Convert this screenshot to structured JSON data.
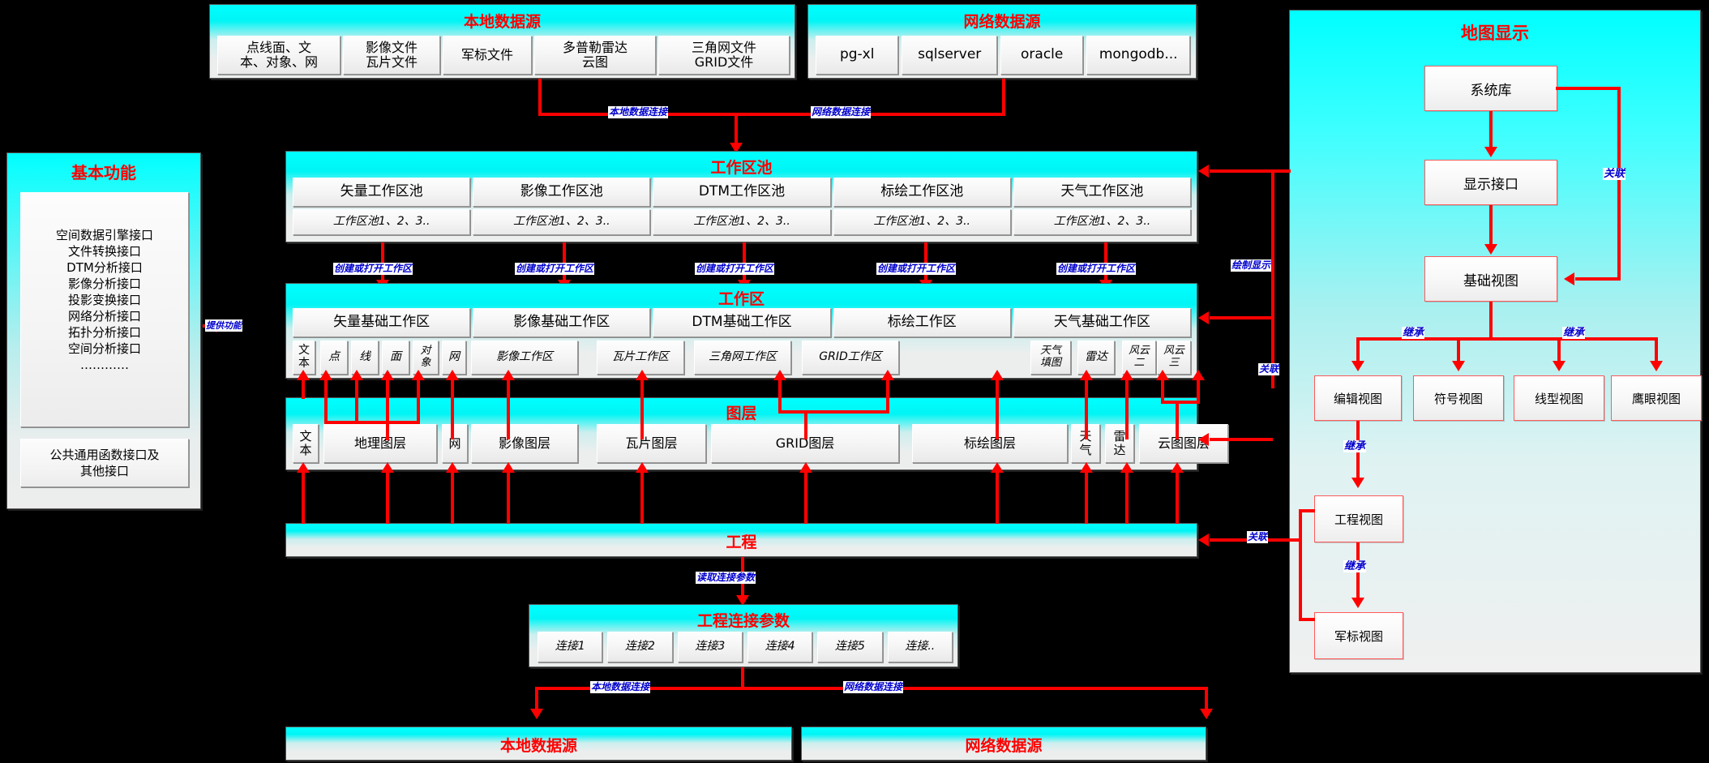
{
  "local_source_top": {
    "title": "本地数据源",
    "items": [
      "点线面、文\n本、对象、网",
      "影像文件\n瓦片文件",
      "军标文件",
      "多普勒雷达\n云图",
      "三角网文件\nGRID文件"
    ]
  },
  "network_source_top": {
    "title": "网络数据源",
    "items": [
      "pg-xl",
      "sqlserver",
      "oracle",
      "mongodb..."
    ]
  },
  "basic_functions": {
    "title": "基本功能",
    "interfaces": [
      "空间数据引擎接口",
      "文件转换接口",
      "DTM分析接口",
      "影像分析接口",
      "投影变换接口",
      "网络分析接口",
      "拓扑分析接口",
      "空间分析接口",
      "…………"
    ],
    "common_box": "公共通用函数接口及\n其他接口",
    "provide_label": "提供功能"
  },
  "workspace_pool": {
    "title": "工作区池",
    "columns": [
      "矢量工作区池",
      "影像工作区池",
      "DTM工作区池",
      "标绘工作区池",
      "天气工作区池"
    ],
    "sub_label": "工作区池1、2、3..",
    "create_label": "创建或打开工作区"
  },
  "workspace": {
    "title": "工作区",
    "columns": [
      "矢量基础工作区",
      "影像基础工作区",
      "DTM基础工作区",
      "标绘工作区",
      "天气基础工作区"
    ],
    "vector_items": [
      "文\n本",
      "点",
      "线",
      "面",
      "对\n象",
      "网"
    ],
    "image_items": [
      "影像工作区",
      "瓦片工作区"
    ],
    "dtm_items": [
      "三角网工作区",
      "GRID工作区"
    ],
    "weather_items": [
      "天气\n填图",
      "雷达",
      "风云\n二",
      "风云\n三"
    ]
  },
  "layers": {
    "title": "图层",
    "items": [
      "文\n本",
      "地理图层",
      "网",
      "影像图层",
      "瓦片图层",
      "GRID图层",
      "标绘图层",
      "天\n气",
      "雷\n达",
      "云图图层"
    ]
  },
  "project": {
    "title": "工程",
    "read_label": "读取连接参数",
    "relate_label": "关联"
  },
  "project_params": {
    "title": "工程连接参数",
    "items": [
      "连接1",
      "连接2",
      "连接3",
      "连接4",
      "连接5",
      "连接.."
    ]
  },
  "bottom": {
    "local_title": "本地数据源",
    "network_title": "网络数据源",
    "local_conn_label": "本地数据连接",
    "network_conn_label": "网络数据连接"
  },
  "map_display": {
    "title": "地图显示",
    "system_lib": "系统库",
    "display_interface": "显示接口",
    "base_view": "基础视图",
    "views": [
      "编辑视图",
      "符号视图",
      "线型视图",
      "鹰眼视图"
    ],
    "project_view": "工程视图",
    "military_view": "军标视图",
    "relate_label": "关联",
    "inherit_label": "继承",
    "draw_label": "绘制显示"
  },
  "edge_labels": {
    "local_conn": "本地数据连接",
    "network_conn": "网络数据连接"
  },
  "colors": {
    "title_red": "#ff0000",
    "edge_blue": "#0000cc",
    "cyan": "#00ffff",
    "arrow_red": "#ff0000"
  }
}
